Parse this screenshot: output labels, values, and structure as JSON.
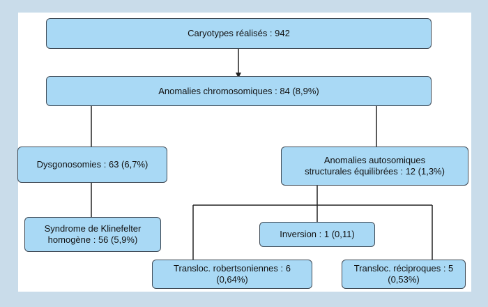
{
  "colors": {
    "background": "#c9dcea",
    "panel": "#ffffff",
    "node_fill": "#a9d9f5",
    "node_border": "#3f4a55",
    "connector": "#222222"
  },
  "nodes": {
    "karyotypes": {
      "text": "Caryotypes réalisés : 942"
    },
    "chromosomal_anomalies": {
      "text": "Anomalies chromosomiques : 84 (8,9%)"
    },
    "dysgonosomies": {
      "text": "Dysgonosomies : 63 (6,7%)"
    },
    "autosomal_structural": {
      "line1": "Anomalies autosomiques",
      "line2": "structurales équilibrées : 12 (1,3%)"
    },
    "klinefelter": {
      "line1": "Syndrome de Klinefelter",
      "line2": "homogène : 56 (5,9%)"
    },
    "inversion": {
      "text": "Inversion : 1 (0,11)"
    },
    "robertsonian": {
      "line1": "Transloc. robertsoniennes : 6",
      "line2": "(0,64%)"
    },
    "reciprocal": {
      "line1": "Transloc. réciproques : 5",
      "line2": "(0,53%)"
    }
  }
}
